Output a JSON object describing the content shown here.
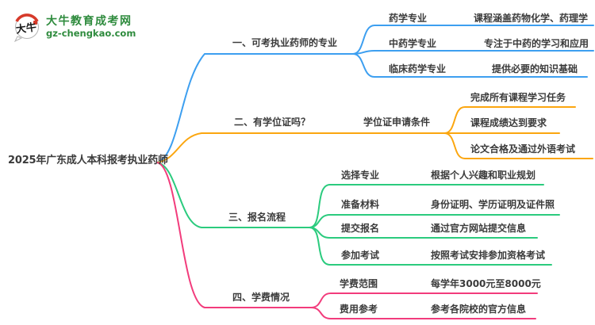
{
  "site": {
    "logo_icon_chars": "大牛",
    "logo_name": "大牛教育成考网",
    "logo_domain": "gz-chengkao.com",
    "brand_green": "#2e8b3d",
    "brand_red": "#d63a2a"
  },
  "mindmap": {
    "root": "2025年广东成人本科报考执业药师",
    "text_color": "#3b3b3b",
    "branches": [
      {
        "label": "一、可考执业药师的专业",
        "color": "#3d9ff0",
        "children": [
          {
            "label": "药学专业",
            "desc": "课程涵盖药物化学、药理学"
          },
          {
            "label": "中药学专业",
            "desc": "专注于中药的学习和应用"
          },
          {
            "label": "临床药学专业",
            "desc": "提供必要的知识基础"
          }
        ]
      },
      {
        "label": "二、有学位证吗？",
        "color": "#fba60f",
        "node": "学位证申请条件",
        "children": [
          {
            "label": "完成所有课程学习任务"
          },
          {
            "label": "课程成绩达到要求"
          },
          {
            "label": "论文合格及通过外语考试"
          }
        ]
      },
      {
        "label": "三、报名流程",
        "color": "#2bcb7e",
        "children": [
          {
            "label": "选择专业",
            "desc": "根据个人兴趣和职业规划"
          },
          {
            "label": "准备材料",
            "desc": "身份证明、学历证明及证件照"
          },
          {
            "label": "提交报名",
            "desc": "通过官方网站提交信息"
          },
          {
            "label": "参加考试",
            "desc": "按照考试安排参加资格考试"
          }
        ]
      },
      {
        "label": "四、学费情况",
        "color": "#f23c7c",
        "children": [
          {
            "label": "学费范围",
            "desc": "每学年3000元至8000元"
          },
          {
            "label": "费用参考",
            "desc": "参考各院校的官方信息"
          }
        ]
      }
    ]
  }
}
